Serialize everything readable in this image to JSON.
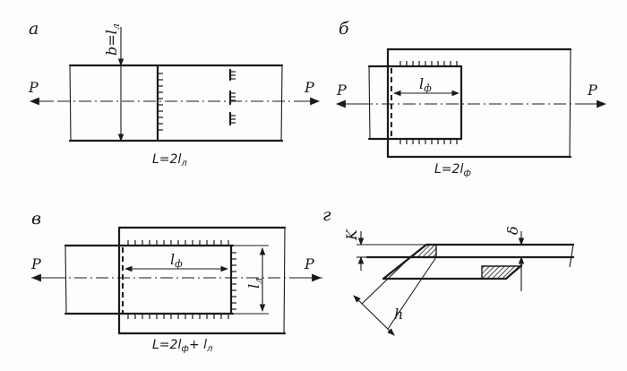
{
  "panels": {
    "a": {
      "letter": "а",
      "force_left": "P",
      "force_right": "P",
      "dim_width": "b=l",
      "dim_width_sub": "л",
      "formula_main": "L=2l",
      "formula_sub": "л"
    },
    "b": {
      "letter": "б",
      "force_left": "P",
      "force_right": "P",
      "dim_flank": "l",
      "dim_flank_sub": "ф",
      "formula_main": "L=2l",
      "formula_sub": "ф"
    },
    "v": {
      "letter": "в",
      "force_left": "P",
      "force_right": "P",
      "dim_flank": "l",
      "dim_flank_sub": "ф",
      "dim_front": "l",
      "dim_front_sub": "л",
      "formula_main": "L=2l",
      "formula_sub1": "ф",
      "formula_plus": "+ l",
      "formula_sub2": "л"
    },
    "g": {
      "letter": "г",
      "dim_k": "K",
      "dim_delta": "δ",
      "dim_h": "h"
    }
  },
  "colors": {
    "ink": "#1a1a1a",
    "paper": "#fdfdfb"
  }
}
